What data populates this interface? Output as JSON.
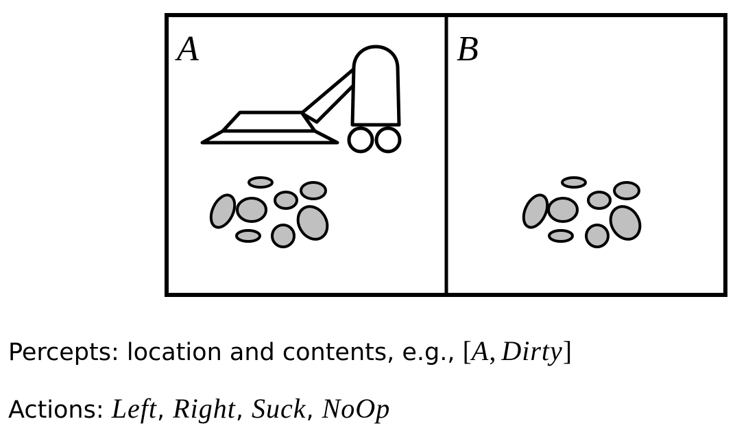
{
  "rooms": {
    "a_label": "A",
    "b_label": "B"
  },
  "icons": {
    "vacuum": "vacuum-cleaner-icon",
    "dirt": "dirt-pile-icon"
  },
  "colors": {
    "dirt_fill": "#c0c0c0",
    "stroke": "#000000"
  },
  "percepts": {
    "label": "Percepts: location and contents, e.g., ",
    "open_bracket": "[",
    "location": "A",
    "comma": ",",
    "contents": "Dirty",
    "close_bracket": "]"
  },
  "actions": {
    "label": "Actions: ",
    "items": [
      "Left",
      "Right",
      "Suck",
      "NoOp"
    ],
    "separator": ","
  }
}
